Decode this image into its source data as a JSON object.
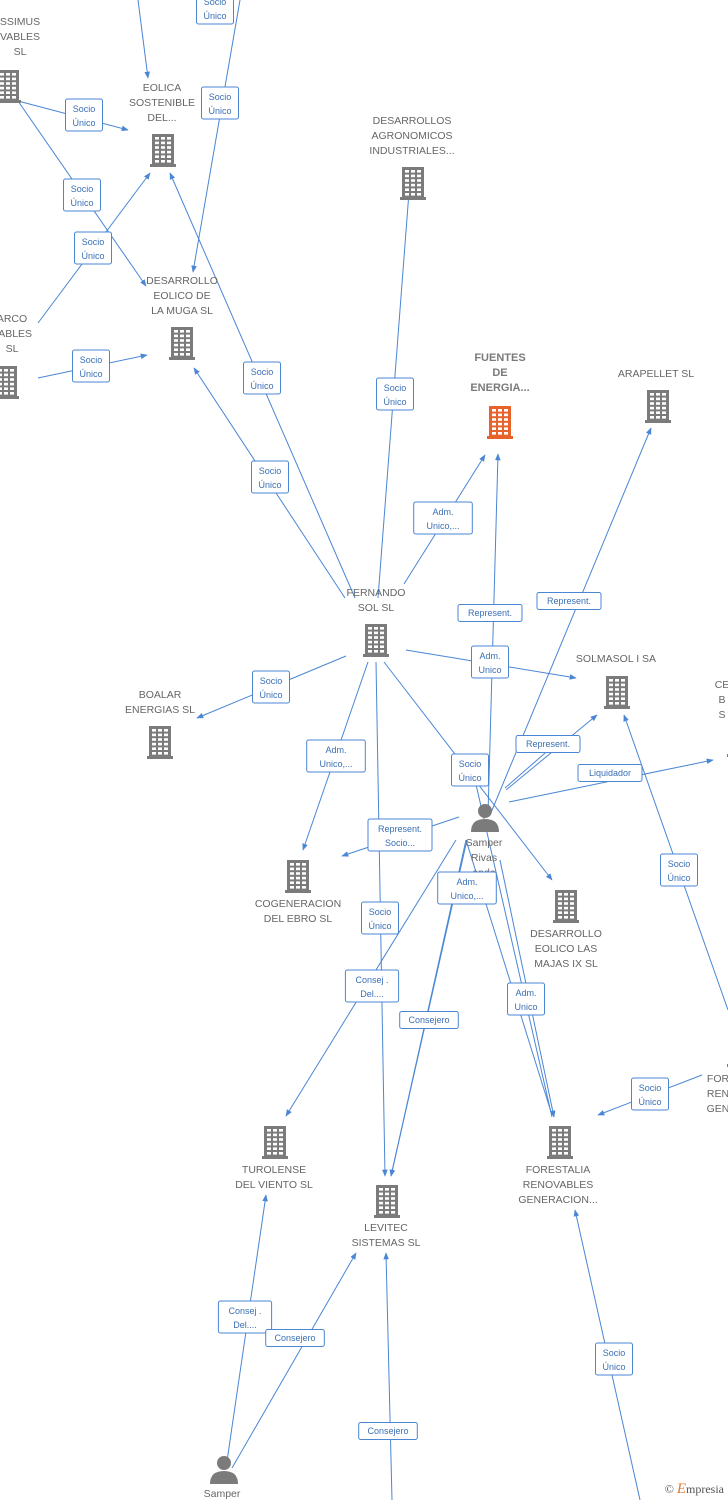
{
  "nodes": [
    {
      "id": "quissimus",
      "type": "company",
      "label": [
        "SSIMUS",
        "VABLES",
        "SL"
      ]
    },
    {
      "id": "eolica_sostenible",
      "type": "company",
      "label": [
        "EOLICA",
        "SOSTENIBLE",
        "DEL..."
      ]
    },
    {
      "id": "desarrollos_agronomicos",
      "type": "company",
      "label": [
        "DESARROLLOS",
        "AGRONOMICOS",
        "INDUSTRIALES..."
      ]
    },
    {
      "id": "desarrollo_muga",
      "type": "company",
      "label": [
        "DESARROLLO",
        "EOLICO DE",
        "LA MUGA SL"
      ]
    },
    {
      "id": "parco",
      "type": "company",
      "label": [
        "ARCO",
        "VABLES",
        "SL"
      ]
    },
    {
      "id": "fuentes",
      "type": "company",
      "focus": true,
      "label": [
        "FUENTES",
        "DE",
        "ENERGIA..."
      ]
    },
    {
      "id": "arapellet",
      "type": "company",
      "label": [
        "ARAPELLET  SL"
      ]
    },
    {
      "id": "fernando_sol",
      "type": "company",
      "label": [
        "FERNANDO",
        "SOL SL"
      ]
    },
    {
      "id": "solmasol",
      "type": "company",
      "label": [
        "SOLMASOL I SA"
      ]
    },
    {
      "id": "ce_right",
      "type": "company",
      "label": [
        "CE",
        "B",
        "S"
      ]
    },
    {
      "id": "boalar",
      "type": "company",
      "label": [
        "BOALAR",
        "ENERGIAS  SL"
      ]
    },
    {
      "id": "samper_rivas",
      "type": "person",
      "label": [
        "Samper",
        "Rivas",
        "ando"
      ]
    },
    {
      "id": "cogeneracion",
      "type": "company",
      "label": [
        "COGENERACION",
        "DEL EBRO  SL"
      ]
    },
    {
      "id": "desarrollo_majas",
      "type": "company",
      "label": [
        "DESARROLLO",
        "EOLICO LAS",
        "MAJAS IX  SL"
      ]
    },
    {
      "id": "fo_right",
      "type": "company",
      "label": [
        "FOR",
        "REN",
        "GEN"
      ]
    },
    {
      "id": "turolense",
      "type": "company",
      "label": [
        "TUROLENSE",
        "DEL VIENTO SL"
      ]
    },
    {
      "id": "levitec",
      "type": "company",
      "label": [
        "LEVITEC",
        "SISTEMAS  SL"
      ]
    },
    {
      "id": "forestalia",
      "type": "company",
      "label": [
        "FORESTALIA",
        "RENOVABLES",
        "GENERACION..."
      ]
    },
    {
      "id": "samper_bottom",
      "type": "person",
      "label": [
        "Samper"
      ]
    }
  ],
  "edges": [
    {
      "from": "top_a",
      "to": "eolica_sostenible",
      "label": [
        "Socio",
        "Único"
      ]
    },
    {
      "from": "quissimus",
      "to": "eolica_sostenible",
      "label": [
        "Socio",
        "Único"
      ]
    },
    {
      "from": "top_b",
      "to": "desarrollo_muga",
      "label": [
        "Socio",
        "Único"
      ]
    },
    {
      "from": "quissimus",
      "to": "desarrollo_muga",
      "label": [
        "Socio",
        "Único"
      ]
    },
    {
      "from": "parco",
      "to": "eolica_sostenible",
      "label": [
        "Socio",
        "Único"
      ]
    },
    {
      "from": "parco",
      "to": "desarrollo_muga",
      "label": [
        "Socio",
        "Único"
      ]
    },
    {
      "from": "fernando_sol",
      "to": "eolica_sostenible",
      "label": [
        "Socio",
        "Único"
      ]
    },
    {
      "from": "fernando_sol",
      "to": "desarrollo_muga",
      "label": [
        "Socio",
        "Único"
      ]
    },
    {
      "from": "fernando_sol",
      "to": "desarrollos_agronomicos",
      "label": [
        "Socio",
        "Único"
      ]
    },
    {
      "from": "fernando_sol",
      "to": "fuentes",
      "label": [
        "Adm.",
        "Unico,..."
      ]
    },
    {
      "from": "samper_rivas",
      "to": "fuentes",
      "label": [
        "Represent."
      ]
    },
    {
      "from": "samper_rivas",
      "to": "arapellet",
      "label": [
        "Represent."
      ]
    },
    {
      "from": "fernando_sol",
      "to": "solmasol",
      "label": [
        "Adm.",
        "Unico"
      ]
    },
    {
      "from": "samper_rivas",
      "to": "solmasol",
      "label": [
        "Represent."
      ]
    },
    {
      "from": "samper_rivas",
      "to": "ce_right",
      "label": [
        "Liquidador"
      ]
    },
    {
      "from": "fernando_sol",
      "to": "boalar",
      "label": [
        "Socio",
        "Único"
      ]
    },
    {
      "from": "fernando_sol",
      "to": "cogeneracion",
      "label": [
        "Adm.",
        "Unico,..."
      ]
    },
    {
      "from": "fernando_sol",
      "to": "desarrollo_majas",
      "label": [
        "Socio",
        "Único"
      ]
    },
    {
      "from": "samper_rivas",
      "to": "cogeneracion",
      "label": [
        "Represent.",
        "Socio..."
      ]
    },
    {
      "from": "samper_rivas",
      "to": "levitec",
      "label": [
        "Adm.",
        "Unico,..."
      ]
    },
    {
      "from": "fernando_sol",
      "to": "levitec",
      "label": [
        "Socio",
        "Único"
      ]
    },
    {
      "from": "samper_rivas",
      "to": "turolense",
      "label": [
        "Consej .",
        "Del...."
      ]
    },
    {
      "from": "samper_rivas",
      "to": "levitec",
      "label": [
        "Consejero"
      ]
    },
    {
      "from": "samper_rivas",
      "to": "forestalia",
      "label": [
        "Adm.",
        "Unico"
      ]
    },
    {
      "from": "ce_right",
      "to": "solmasol",
      "label": [
        "Socio",
        "Único"
      ]
    },
    {
      "from": "fo_right",
      "to": "forestalia",
      "label": [
        "Socio",
        "Único"
      ]
    },
    {
      "from": "samper_bottom",
      "to": "turolense",
      "label": [
        "Consej .",
        "Del...."
      ]
    },
    {
      "from": "samper_bottom",
      "to": "levitec",
      "label": [
        "Consejero"
      ]
    },
    {
      "from": "bottom_c",
      "to": "levitec",
      "label": [
        "Consejero"
      ]
    },
    {
      "from": "bottom_d",
      "to": "forestalia",
      "label": [
        "Socio",
        "Único"
      ]
    }
  ],
  "colors": {
    "edge": "#4a86d4",
    "company": "#7b7b7b",
    "focus": "#e8622c",
    "person": "#7b7b7b"
  },
  "watermark": {
    "symbol": "©",
    "brand_initial": "E",
    "brand_rest": "mpresia"
  }
}
